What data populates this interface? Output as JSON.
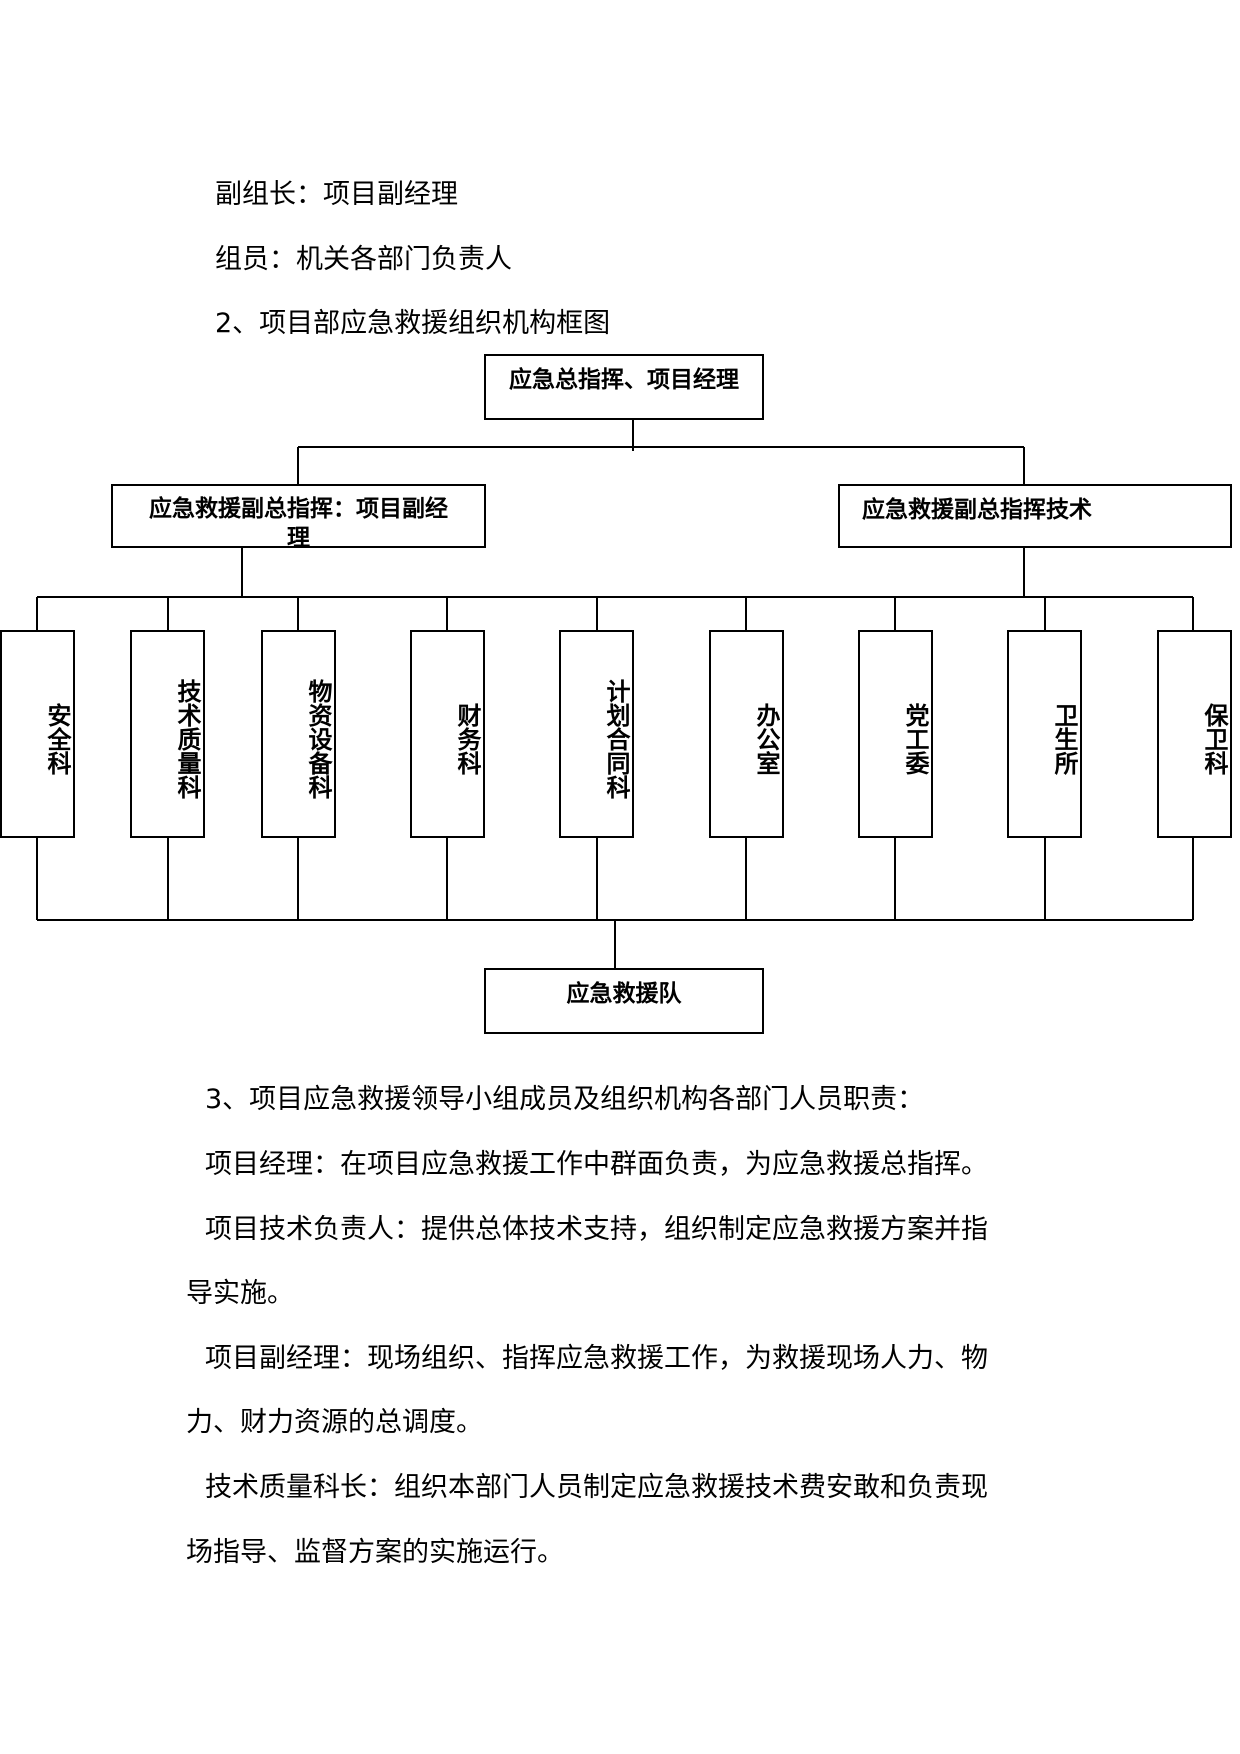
{
  "intro": {
    "deputy_leader": "副组长：项目副经理",
    "members": "组员：机关各部门负责人",
    "section2_title": "2、项目部应急救援组织机构框图"
  },
  "org_chart": {
    "top": "应急总指挥、项目经理",
    "deputy_left_line1": "应急救援副总指挥：项目副经",
    "deputy_left_line2": "理",
    "deputy_right": "应急救援副总指挥技术",
    "departments": [
      "安全科",
      "技术质量科",
      "物资设备科",
      "财务科",
      "计划合同科",
      "办公室",
      "党工委",
      "卫生所",
      "保卫科"
    ],
    "bottom": "应急救援队"
  },
  "section3": {
    "title": "3、项目应急救援领导小组成员及组织机构各部门人员职责：",
    "p1": "项目经理：在项目应急救援工作中群面负责，为应急救援总指挥。",
    "p2_line1": "项目技术负责人：提供总体技术支持，组织制定应急救援方案并指",
    "p2_line2": "导实施。",
    "p3_line1": "项目副经理：现场组织、指挥应急救援工作，为救援现场人力、物",
    "p3_line2": "力、财力资源的总调度。",
    "p4_line1": "技术质量科长：组织本部门人员制定应急救援技术费安敢和负责现",
    "p4_line2": "场指导、监督方案的实施运行。"
  }
}
